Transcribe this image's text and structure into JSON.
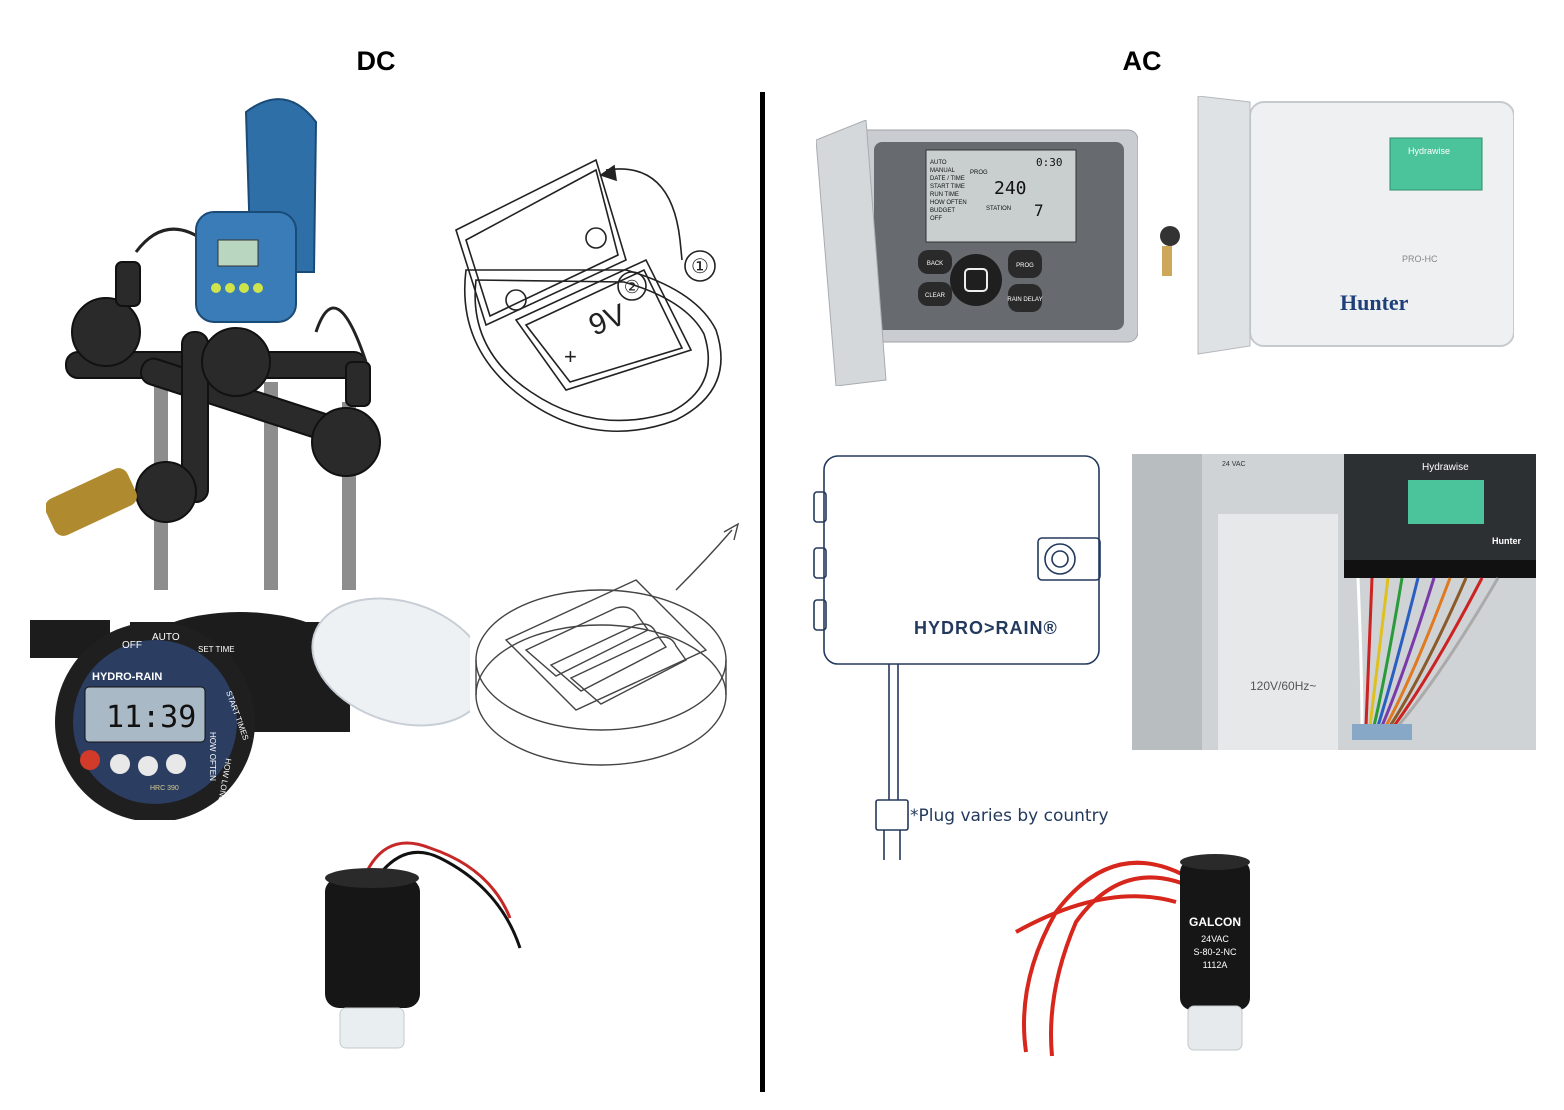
{
  "headings": {
    "dc": "DC",
    "ac": "AC"
  },
  "dc": {
    "battery_diagram": {
      "step1": "①",
      "step2": "②",
      "battery_label": "9V",
      "plus": "+"
    },
    "hydro_rain_timer": {
      "brand": "HYDRO-RAIN",
      "time": "11:39",
      "mode_off": "OFF",
      "mode_auto": "AUTO",
      "mode_set_time": "SET TIME",
      "mode_start_times": "START TIMES",
      "mode_how_long": "HOW LONG",
      "mode_how_often": "HOW OFTEN",
      "model": "HRC 390"
    }
  },
  "ac": {
    "controller1": {
      "lcd_time": "0:30",
      "lcd_prog": "PROG",
      "lcd_value": "240",
      "lcd_station": "STATION",
      "lcd_station_num": "7",
      "menu": [
        "AUTO",
        "MANUAL",
        "DATE / TIME",
        "START TIME",
        "RUN TIME",
        "HOW OFTEN",
        "BUDGET",
        "OFF"
      ],
      "btn_back": "BACK",
      "btn_clear": "CLEAR",
      "btn_prog": "PROG",
      "btn_rain_delay": "RAIN DELAY"
    },
    "hunter_box": {
      "hydrawise": "Hydrawise",
      "model": "PRO-HC",
      "brand": "Hunter"
    },
    "hydrorain_box": {
      "brand": "HYDRO>RAIN®",
      "plug_caption": "*Plug varies by country"
    },
    "wiring_photo": {
      "voltage_label": "120V/60Hz~",
      "terminal_label": "24 VAC",
      "hydrawise": "Hydrawise",
      "brand": "Hunter"
    },
    "galcon_solenoid": {
      "brand": "GALCON",
      "line1": "24VAC",
      "line2": "S-80-2-NC",
      "line3": "1112A"
    }
  }
}
